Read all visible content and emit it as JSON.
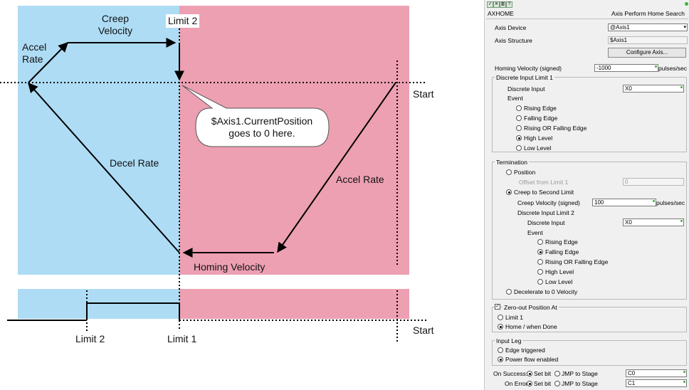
{
  "diagram": {
    "labels": {
      "creep_velocity": "Creep\nVelocity",
      "limit2_top": "Limit 2",
      "accel_rate_left": "Accel\nRate",
      "start_top": "Start",
      "callout": "$Axis1.CurrentPosition\ngoes to 0 here.",
      "decel_rate": "Decel Rate",
      "accel_rate_right": "Accel Rate",
      "homing_velocity": "Homing Velocity",
      "limit2_bottom": "Limit 2",
      "limit1_bottom": "Limit 1",
      "start_bottom": "Start"
    },
    "colors": {
      "left_zone": "#aedcf5",
      "right_zone": "#eda0b2"
    }
  },
  "dialog": {
    "toolbar_icons": [
      "check-icon",
      "close-icon",
      "chart-icon",
      "help-icon"
    ],
    "title_left": "AXHOME",
    "title_right": "Axis Perform Home Search",
    "axis_device_label": "Axis Device",
    "axis_device_value": "@Axis1",
    "axis_structure_label": "Axis Structure",
    "axis_structure_value": "$Axis1",
    "configure_button": "Configure Axis...",
    "homing_velocity_label": "Homing Velocity (signed)",
    "homing_velocity_value": "-1000",
    "homing_velocity_unit": "pulses/sec",
    "dil1": {
      "title": "Discrete Input Limit 1",
      "input_label": "Discrete Input",
      "input_value": "X0",
      "event_label": "Event",
      "options": [
        "Rising Edge",
        "Falling Edge",
        "Rising OR Falling Edge",
        "High Level",
        "Low Level"
      ],
      "selected": "High Level"
    },
    "termination": {
      "title": "Termination",
      "position": "Position",
      "offset_label": "Offset from Limit 1",
      "offset_value": "0",
      "creep": "Creep to Second Limit",
      "creep_velocity_label": "Creep Velocity (signed)",
      "creep_velocity_value": "100",
      "creep_velocity_unit": "pulses/sec",
      "dil2_label": "Discrete Input Limit 2",
      "dil2_input_label": "Discrete Input",
      "dil2_input_value": "X0",
      "dil2_event_label": "Event",
      "dil2_options": [
        "Rising Edge",
        "Falling Edge",
        "Rising OR Falling Edge",
        "High Level",
        "Low Level"
      ],
      "dil2_selected": "Falling Edge",
      "decelerate": "Decelerate to 0 Velocity",
      "selected": "Creep to Second Limit"
    },
    "zero_out": {
      "title": "Zero-out Position At",
      "checked": true,
      "options": [
        "Limit 1",
        "Home / when Done"
      ],
      "selected": "Home / when Done"
    },
    "input_leg": {
      "title": "Input Leg",
      "options": [
        "Edge triggered",
        "Power flow enabled"
      ],
      "selected": "Power flow enabled"
    },
    "on_success": {
      "label": "On Success:",
      "opt1": "Set bit",
      "opt2": "JMP to Stage",
      "value": "C0"
    },
    "on_error": {
      "label": "On Error:",
      "opt1": "Set bit",
      "opt2": "JMP to Stage",
      "value": "C1"
    }
  }
}
